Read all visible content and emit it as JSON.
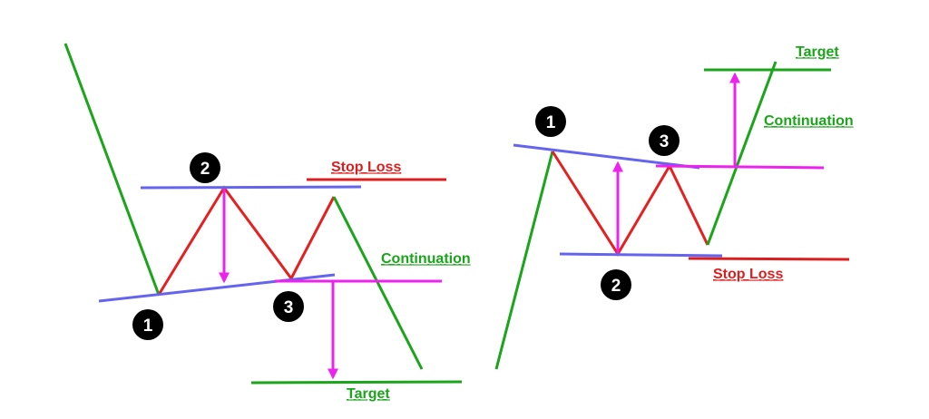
{
  "colors": {
    "trend": "#1aa51a",
    "zigzag": "#e62020",
    "trendline": "#6464ee",
    "level": "#ee22ee",
    "stop": "#dd1e1e",
    "target": "#1aa51a",
    "marker": "#000000"
  },
  "left_pattern": {
    "stop_loss_label": "Stop Loss",
    "continuation_label": "Continuation",
    "target_label": "Target",
    "markers": [
      "1",
      "2",
      "3"
    ]
  },
  "right_pattern": {
    "stop_loss_label": "Stop Loss",
    "continuation_label": "Continuation",
    "target_label": "Target",
    "markers": [
      "1",
      "2",
      "3"
    ]
  }
}
